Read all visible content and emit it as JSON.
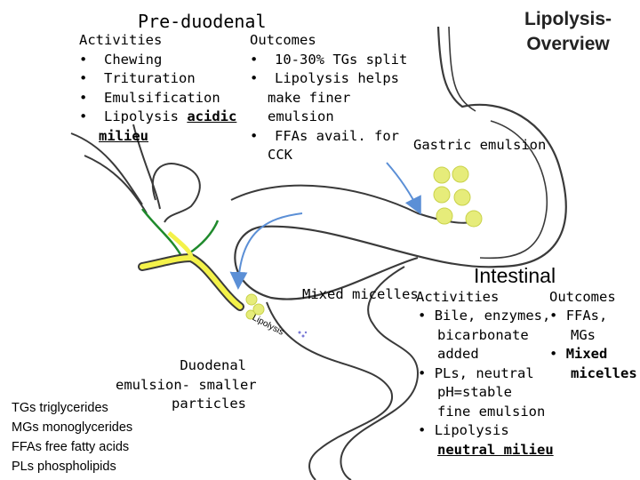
{
  "slide": {
    "title": "Lipolysis-Overview",
    "title_lines": [
      "Lipolysis-",
      "Overview"
    ]
  },
  "pre_duodenal": {
    "heading": "Pre-duodenal",
    "activities": {
      "heading": "Activities",
      "items": [
        "Chewing",
        "Trituration",
        "Emulsification"
      ],
      "last_item_prefix": "Lipolysis ",
      "last_item_underlined": "acidic",
      "last_item_underlined_line2": "milieu"
    },
    "outcomes": {
      "heading": "Outcomes",
      "item1": "10-30% TGs split",
      "item2_lines": [
        "Lipolysis helps",
        "make finer",
        "emulsion"
      ],
      "item3_lines": [
        "FFAs avail. for",
        "CCK"
      ]
    }
  },
  "stomach": {
    "label": "Gastric emulsion"
  },
  "intestinal": {
    "heading": "Intestinal",
    "mixed_micelles_label": "Mixed micelles",
    "lipolysis_label": "Lipolysis",
    "activities": {
      "heading": "Activities",
      "item1_lines": [
        "Bile, enzymes,",
        "bicarbonate",
        "added"
      ],
      "item2_lines": [
        "PLs, neutral",
        "pH=stable",
        "fine emulsion"
      ],
      "item3": "Lipolysis",
      "item3_underlined": "neutral milieu"
    },
    "outcomes": {
      "heading": "Outcomes",
      "item1_lines": [
        "FFAs,",
        "MGs"
      ],
      "item2_lines": [
        "Mixed",
        "micelles"
      ]
    }
  },
  "duodenal_label_lines": [
    "Duodenal",
    "emulsion- smaller",
    "particles"
  ],
  "glossary": [
    "TGs triglycerides",
    "MGs monoglycerides",
    "FFAs free fatty acids",
    "PLs phospholipids"
  ],
  "bullet": "•",
  "colors": {
    "fat_droplet": "#e6ec7a",
    "bile_duct": "#f4f24a",
    "gallbladder_line": "#1f8a2c",
    "arrow": "#5b8fd6"
  }
}
